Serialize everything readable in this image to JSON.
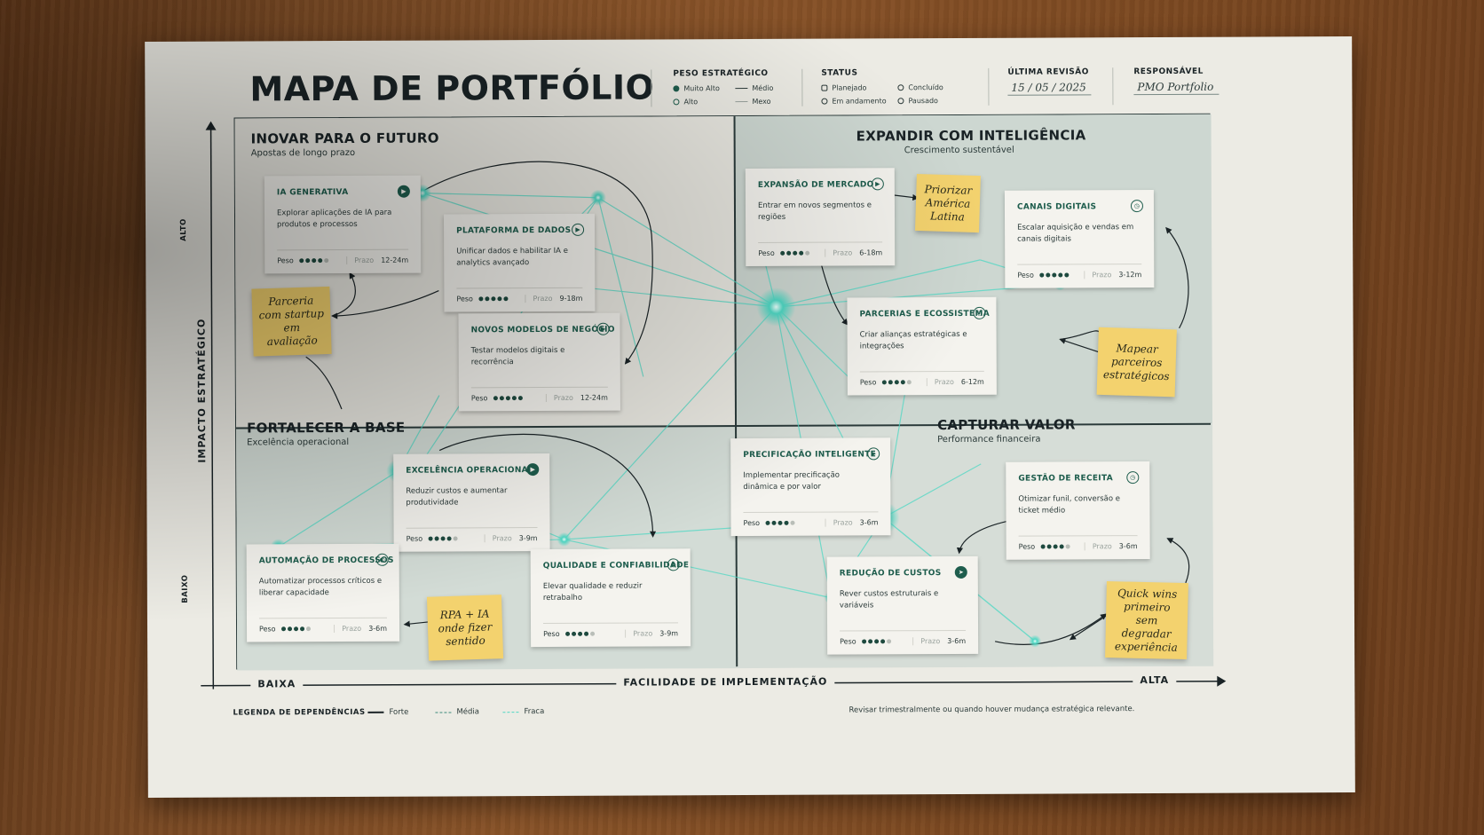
{
  "header": {
    "title": "MAPA DE PORTFÓLIO",
    "peso": {
      "label": "PESO ESTRATÉGICO",
      "items": [
        "Muito Alto",
        "Médio",
        "Alto",
        "Mexo"
      ]
    },
    "status": {
      "label": "STATUS",
      "items": [
        "Planejado",
        "Concluído",
        "Em andamento",
        "Pausado"
      ]
    },
    "revisao": {
      "label": "ÚLTIMA REVISÃO",
      "value": "15 / 05 / 2025"
    },
    "responsavel": {
      "label": "RESPONSÁVEL",
      "value": "PMO Portfolio"
    }
  },
  "quadrants": {
    "tl": {
      "title": "INOVAR PARA O FUTURO",
      "subtitle": "Apostas de longo prazo"
    },
    "tr": {
      "title": "EXPANDIR COM INTELIGÊNCIA",
      "subtitle": "Crescimento sustentável"
    },
    "bl": {
      "title": "FORTALECER A BASE",
      "subtitle": "Excelência operacional"
    },
    "br": {
      "title": "CAPTURAR VALOR",
      "subtitle": "Performance financeira"
    }
  },
  "cards": [
    {
      "title": "IA GENERATIVA",
      "desc": "Explorar aplicações de IA para produtos e processos",
      "peso_label": "Peso",
      "peso": 4,
      "prazo_label": "Prazo",
      "prazo": "12-24m"
    },
    {
      "title": "PLATAFORMA DE DADOS",
      "desc": "Unificar dados e habilitar IA e analytics avançado",
      "peso_label": "Peso",
      "peso": 5,
      "prazo_label": "Prazo",
      "prazo": "9-18m"
    },
    {
      "title": "NOVOS MODELOS DE NEGÓCIO",
      "desc": "Testar modelos digitais e recorrência",
      "peso_label": "Peso",
      "peso": 5,
      "prazo_label": "Prazo",
      "prazo": "12-24m"
    },
    {
      "title": "EXPANSÃO DE MERCADO",
      "desc": "Entrar em novos segmentos e regiões",
      "peso_label": "Peso",
      "peso": 4,
      "prazo_label": "Prazo",
      "prazo": "6-18m"
    },
    {
      "title": "CANAIS DIGITAIS",
      "desc": "Escalar aquisição e vendas em canais digitais",
      "peso_label": "Peso",
      "peso": 5,
      "prazo_label": "Prazo",
      "prazo": "3-12m"
    },
    {
      "title": "PARCERIAS E ECOSSISTEMA",
      "desc": "Criar alianças estratégicas e integrações",
      "peso_label": "Peso",
      "peso": 4,
      "prazo_label": "Prazo",
      "prazo": "6-12m"
    },
    {
      "title": "EXCELÊNCIA OPERACIONAL",
      "desc": "Reduzir custos e aumentar produtividade",
      "peso_label": "Peso",
      "peso": 4,
      "prazo_label": "Prazo",
      "prazo": "3-9m"
    },
    {
      "title": "AUTOMAÇÃO DE PROCESSOS",
      "desc": "Automatizar processos críticos e liberar capacidade",
      "peso_label": "Peso",
      "peso": 4,
      "prazo_label": "Prazo",
      "prazo": "3-6m"
    },
    {
      "title": "QUALIDADE E CONFIABILIDADE",
      "desc": "Elevar qualidade e reduzir retrabalho",
      "peso_label": "Peso",
      "peso": 4,
      "prazo_label": "Prazo",
      "prazo": "3-9m"
    },
    {
      "title": "PRECIFICAÇÃO INTELIGENTE",
      "desc": "Implementar precificação dinâmica e por valor",
      "peso_label": "Peso",
      "peso": 4,
      "prazo_label": "Prazo",
      "prazo": "3-6m"
    },
    {
      "title": "GESTÃO DE RECEITA",
      "desc": "Otimizar funil, conversão e ticket médio",
      "peso_label": "Peso",
      "peso": 4,
      "prazo_label": "Prazo",
      "prazo": "3-6m"
    },
    {
      "title": "REDUÇÃO DE CUSTOS",
      "desc": "Rever custos estruturais e variáveis",
      "peso_label": "Peso",
      "peso": 4,
      "prazo_label": "Prazo",
      "prazo": "3-6m"
    }
  ],
  "stickies": [
    "Parceria com startup em avaliação",
    "Priorizar América Latina",
    "Mapear parceiros estratégicos",
    "RPA + IA onde fizer sentido",
    "Quick wins primeiro sem degradar experiência"
  ],
  "axes": {
    "y_label": "IMPACTO ESTRATÉGICO",
    "y_high": "ALTO",
    "y_low": "BAIXO",
    "x_label": "FACILIDADE DE IMPLEMENTAÇÃO",
    "x_low": "BAIXA",
    "x_high": "ALTA"
  },
  "footer": {
    "legend_label": "LEGENDA DE DEPENDÊNCIAS",
    "forte": "Forte",
    "media": "Média",
    "fraca": "Fraca",
    "note": "Revisar trimestralmente ou quando houver mudança estratégica relevante."
  },
  "colors": {
    "accent": "#1e5d4d",
    "glow": "#4fd8c4",
    "sticky": "#f3d26e"
  }
}
